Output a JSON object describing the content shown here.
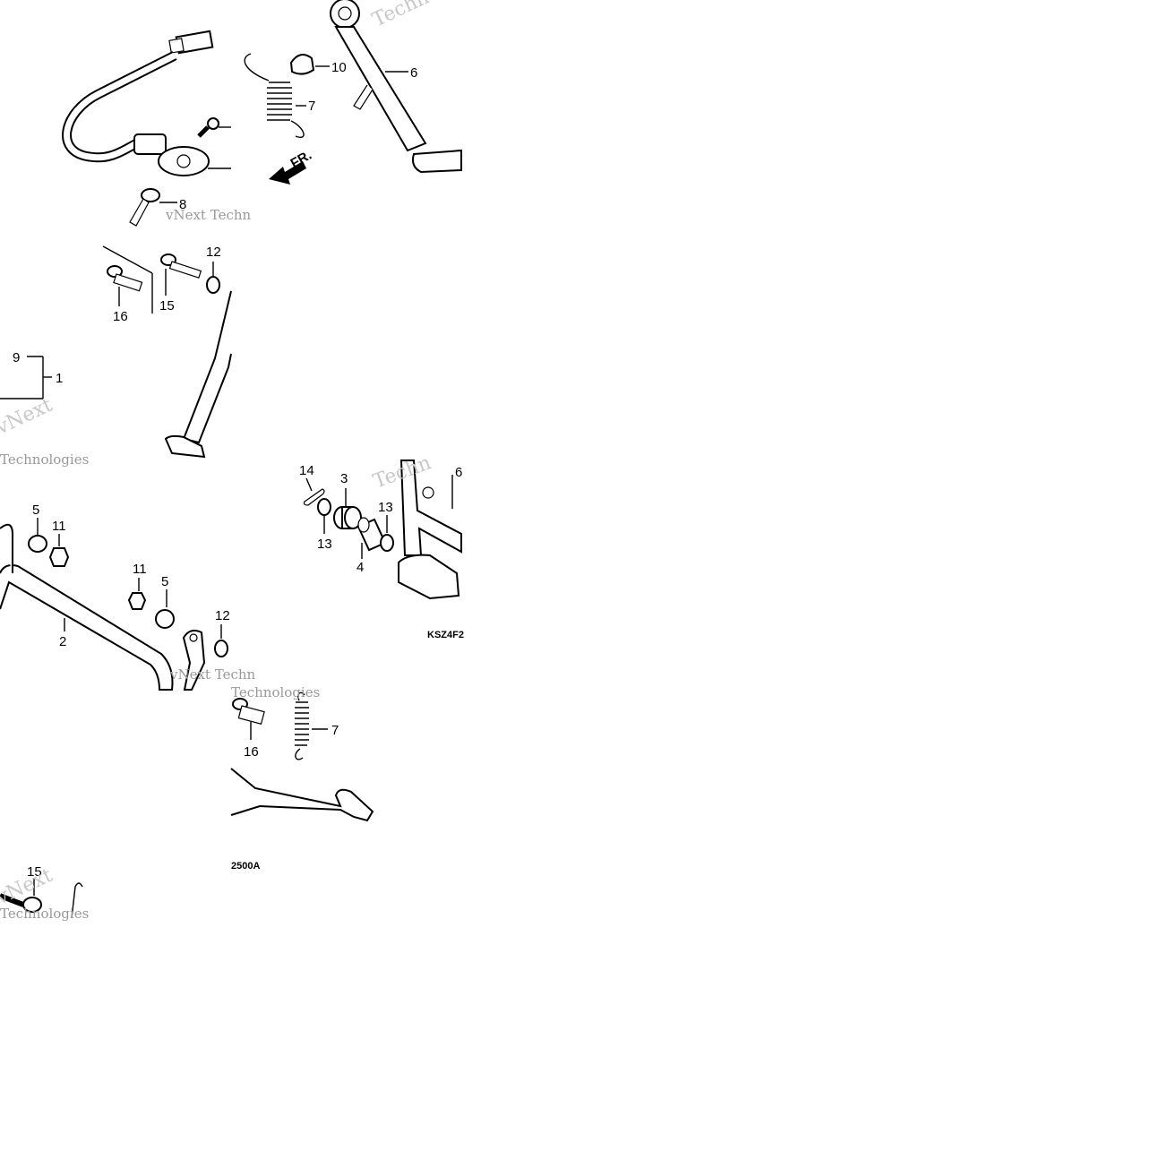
{
  "callouts": {
    "c1": "1",
    "c2": "2",
    "c3": "3",
    "c4": "4",
    "c5a": "5",
    "c5b": "5",
    "c6": "6",
    "c6b": "6",
    "c7a": "7",
    "c7b": "7",
    "c8": "8",
    "c9": "9",
    "c10": "10",
    "c11a": "11",
    "c11b": "11",
    "c12a": "12",
    "c12b": "12",
    "c13a": "13",
    "c13b": "13",
    "c14": "14",
    "c15a": "15",
    "c15b": "15",
    "c16a": "16",
    "c16b": "16"
  },
  "direction_label": "FR.",
  "diagram_code_left": "KSZ4F2",
  "diagram_code_right": "2500A",
  "watermark": {
    "word1": "Technologies",
    "word2": "vNext",
    "word3": "vNext Techn",
    "word4": "Techn"
  },
  "colors": {
    "line": "#000000",
    "watermark": "#c8c8c8",
    "background": "#ffffff"
  }
}
